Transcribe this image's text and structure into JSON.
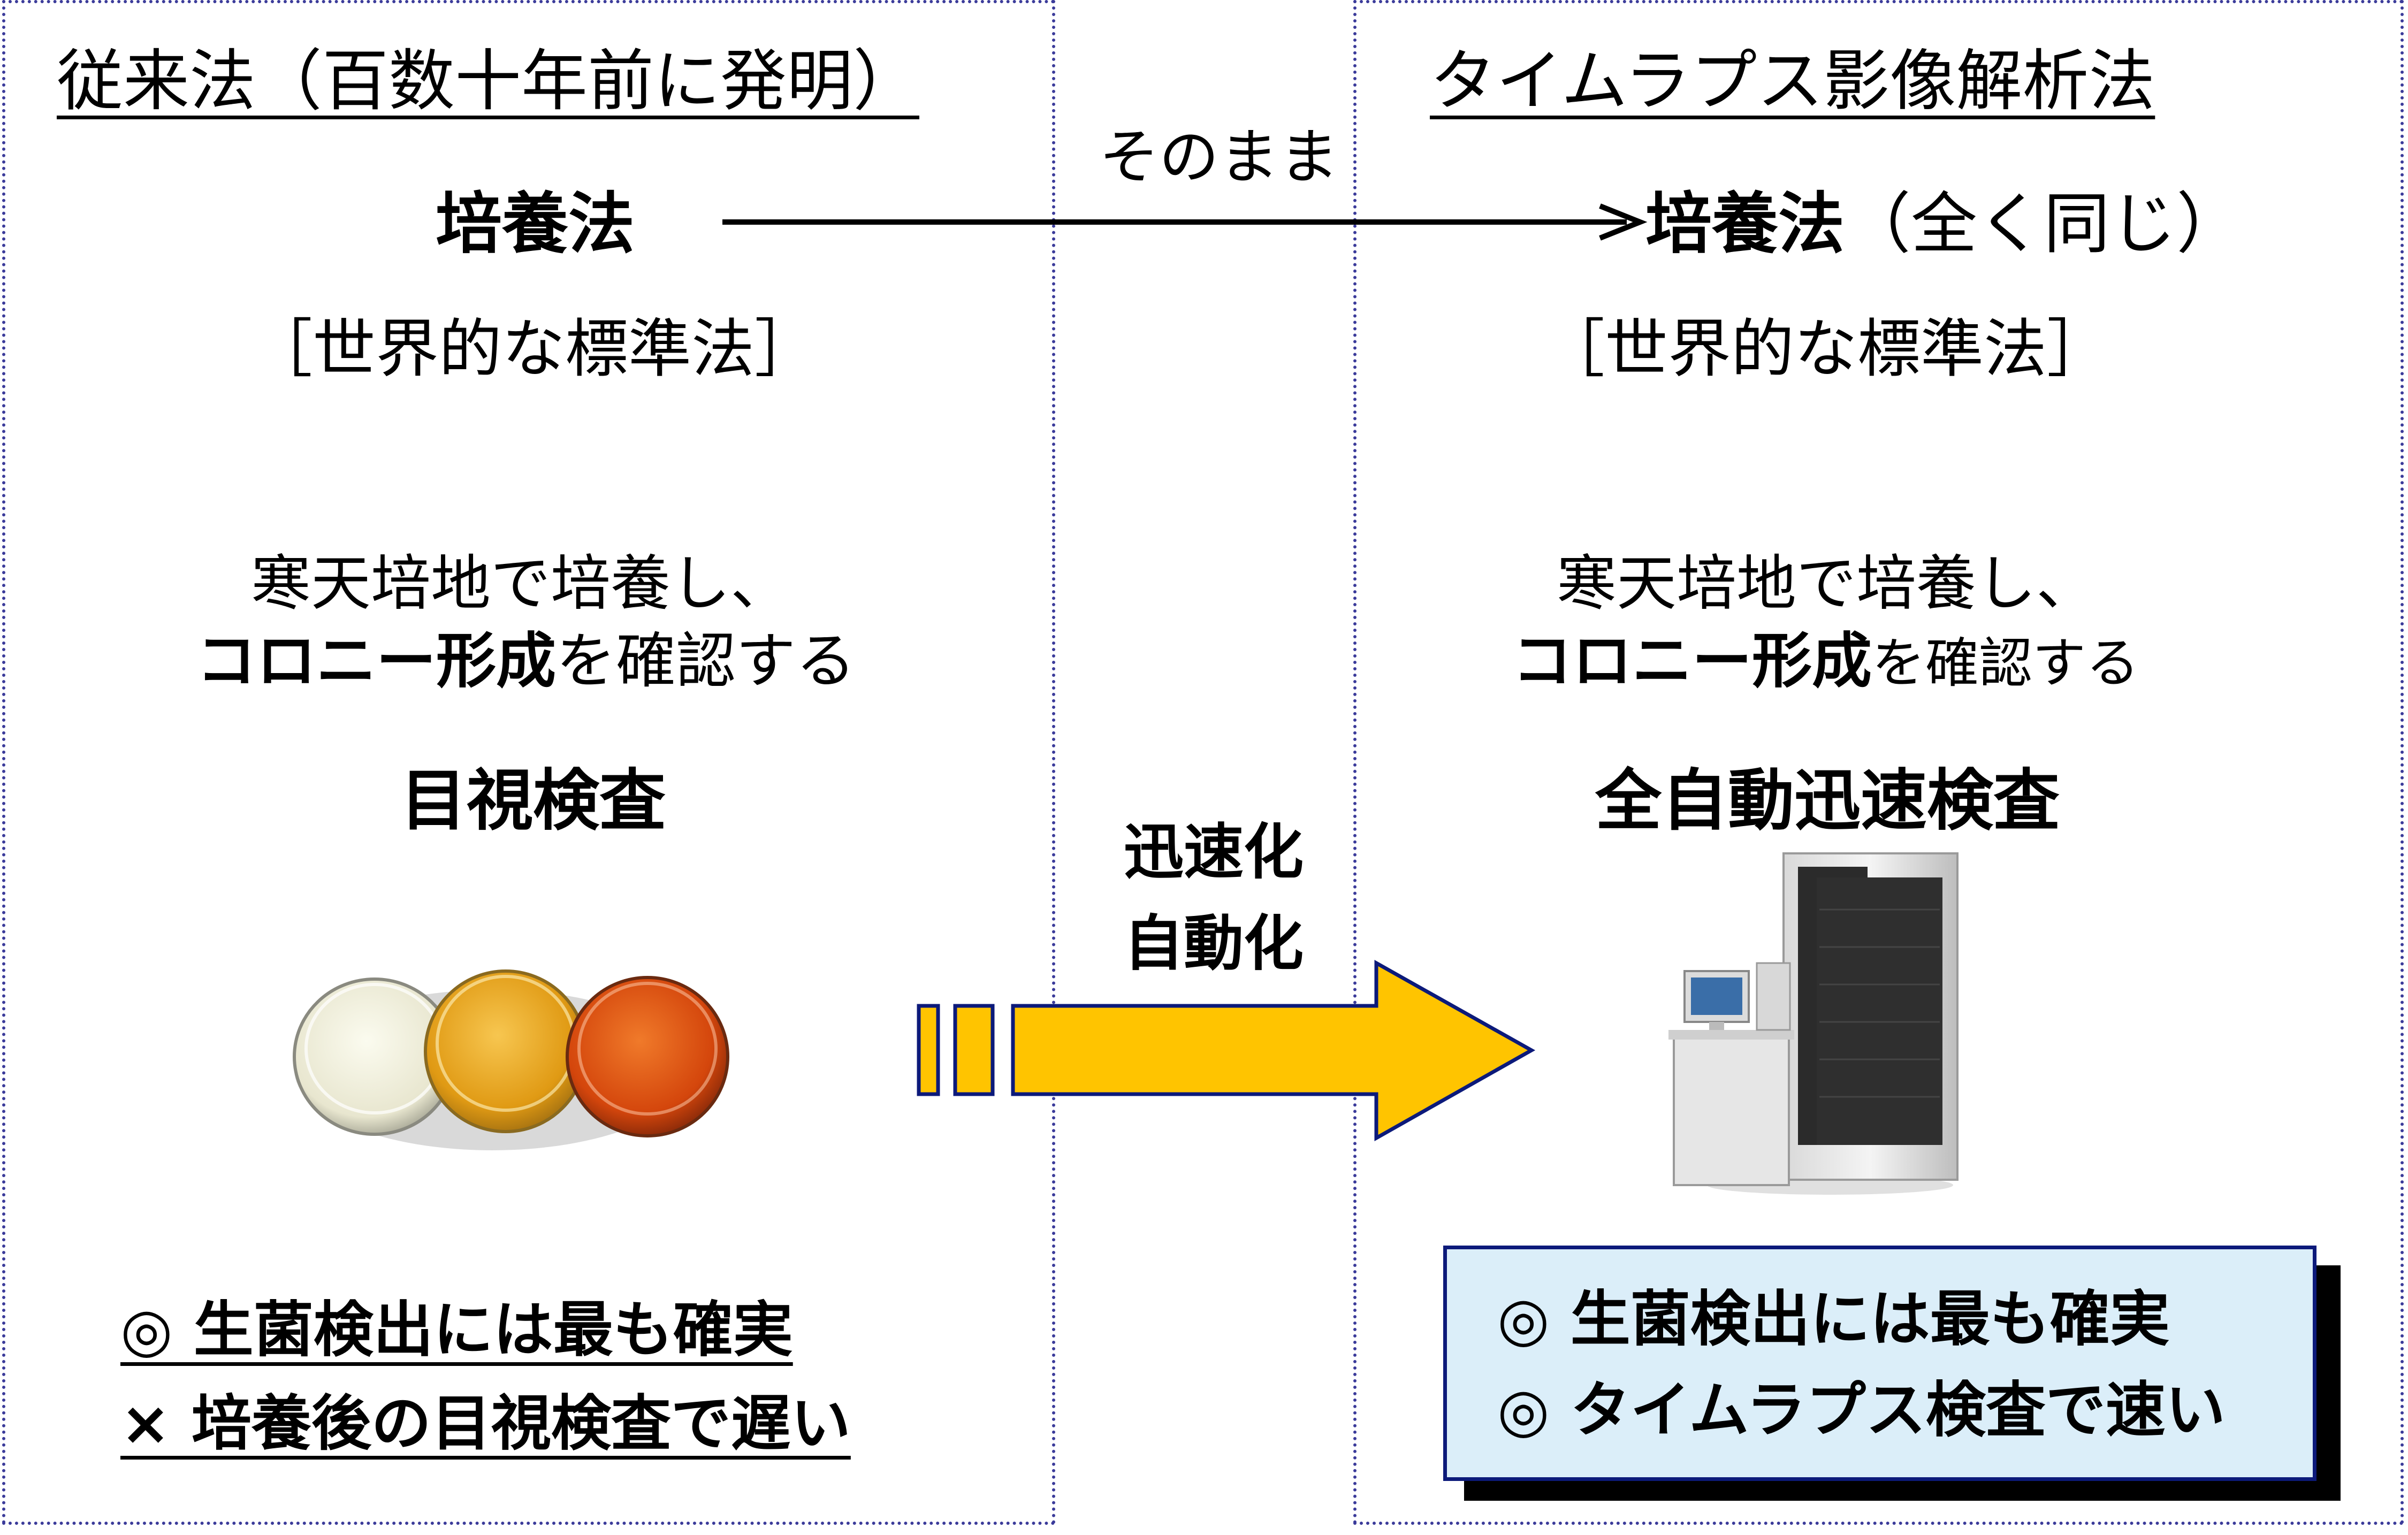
{
  "left": {
    "title": "従来法（百数十年前に発明）",
    "method": "培養法",
    "standard": "［世界的な標準法］",
    "desc_line1": "寒天培地で培養し、",
    "desc_line2_bold": "コロニー形成",
    "desc_line2_rest": "を確認する",
    "inspection": "目視検査",
    "result1": "◎ 生菌検出には最も確実",
    "result2": "× 培養後の目視検査で遅い"
  },
  "middle": {
    "top_label": "そのまま",
    "arrow_label1": "迅速化",
    "arrow_label2": "自動化"
  },
  "right": {
    "title": "タイムラプス影像解析法",
    "method": "培養法",
    "method_suffix": "（全く同じ）",
    "standard": "［世界的な標準法］",
    "desc_line1": "寒天培地で培養し、",
    "desc_line2_bold": "コロニー形成",
    "desc_line2_rest": "を確認する",
    "inspection": "全自動迅速検査",
    "result1": "◎ 生菌検出には最も確実",
    "result2": "◎ タイムラプス検査で速い"
  },
  "colors": {
    "border": "#3b3b9a",
    "arrow_fill": "#ffc400",
    "arrow_stroke": "#0c1a7a",
    "result_box_fill": "#dbeef9"
  }
}
